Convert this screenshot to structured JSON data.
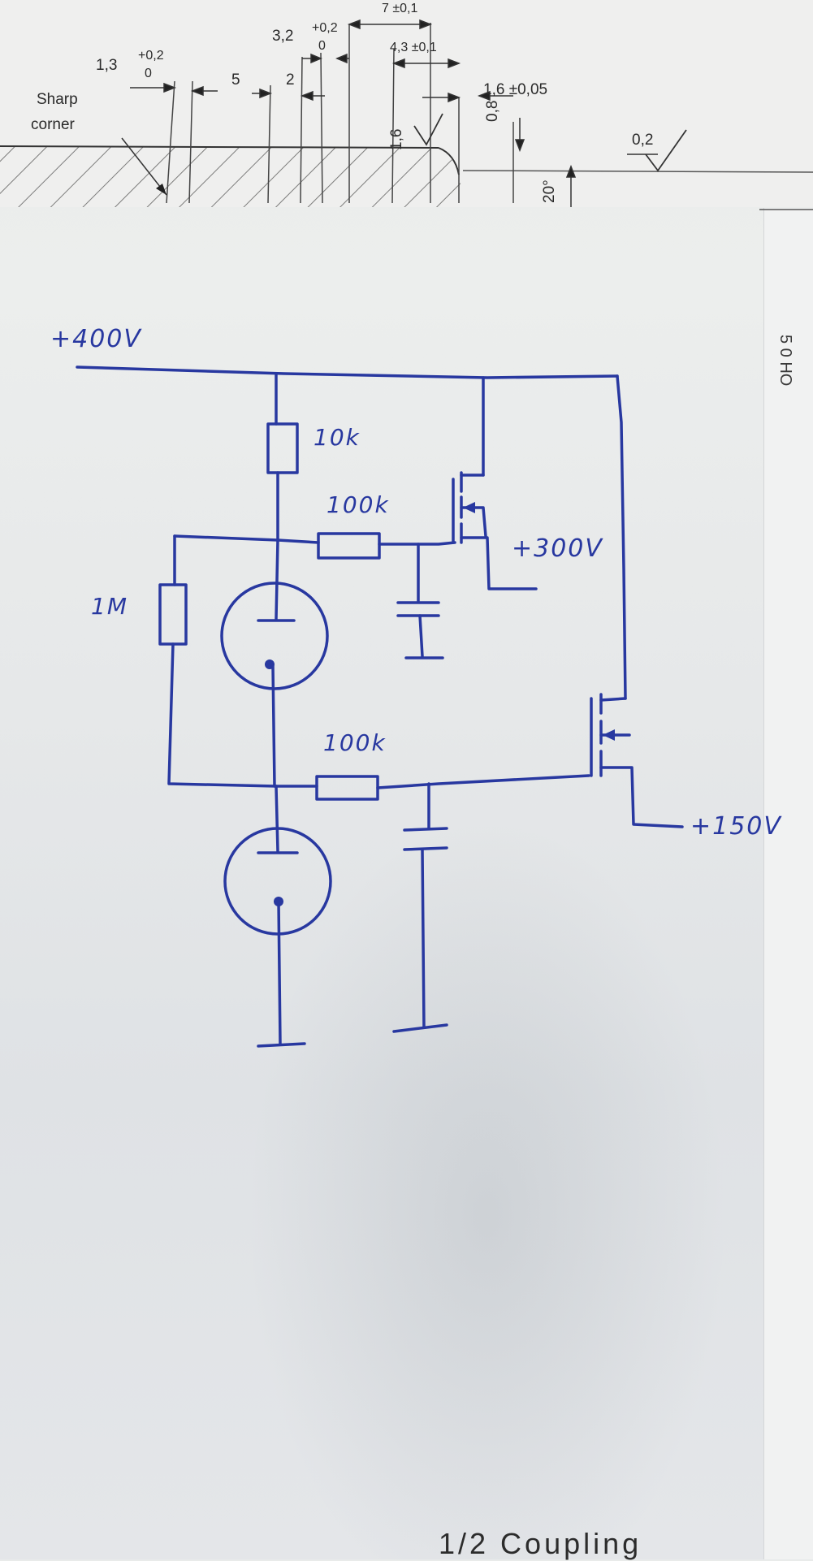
{
  "technical_drawing": {
    "dimensions": {
      "d1": "1,3",
      "d1_tol_top": "+0,2",
      "d1_tol_bottom": "0",
      "d2": "5",
      "d3": "2",
      "d4": "3,2",
      "d4_tol_top": "+0,2",
      "d4_tol_bottom": "0",
      "d5": "7 ±0,1",
      "d6": "4,3 ±0,1",
      "d7": "1,6 ±0,05",
      "d8": "0,8",
      "angle": "20°",
      "roughness_1": "1,6",
      "roughness_2": "0,2"
    },
    "sharp_corner_line1": "Sharp",
    "sharp_corner_line2": "corner"
  },
  "schematic": {
    "supply": "+400V",
    "r1": "10k",
    "r2": "100k",
    "r3": "1M",
    "r4": "100k",
    "out_high": "+300V",
    "out_low": "+150V",
    "ink_color": "#2838a0"
  },
  "page_edge": {
    "side_text": "5 0 HO",
    "bottom_text": "1/2 Coupling"
  }
}
